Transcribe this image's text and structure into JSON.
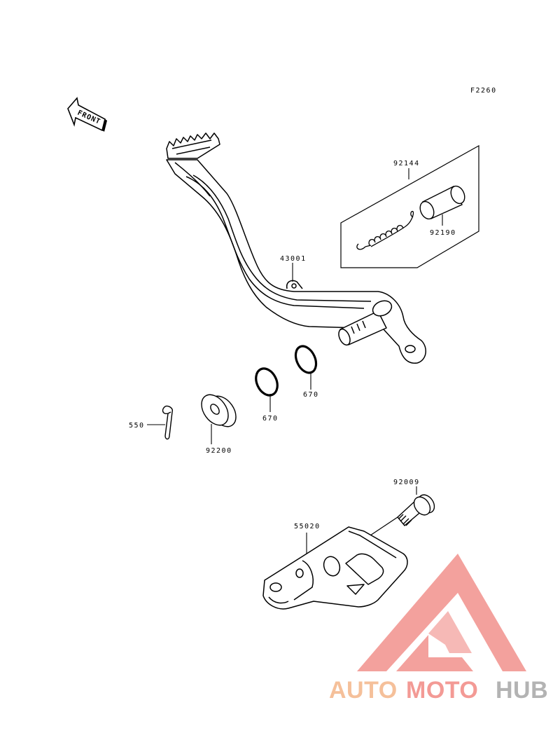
{
  "diagram": {
    "figure_code": "F2260",
    "orientation_label": "FRONT",
    "parts": [
      {
        "number": "92144"
      },
      {
        "number": "92190"
      },
      {
        "number": "43001"
      },
      {
        "number": "670"
      },
      {
        "number": "670"
      },
      {
        "number": "550"
      },
      {
        "number": "92200"
      },
      {
        "number": "92009"
      },
      {
        "number": "55020"
      }
    ]
  },
  "watermark": {
    "part1": "AUTO",
    "part2": "MOTO",
    "part3": "HUB",
    "colors": {
      "auto": "#f5c09a",
      "moto": "#f39a95",
      "hub": "#b3b3b3",
      "logo": "#f08a85"
    }
  }
}
